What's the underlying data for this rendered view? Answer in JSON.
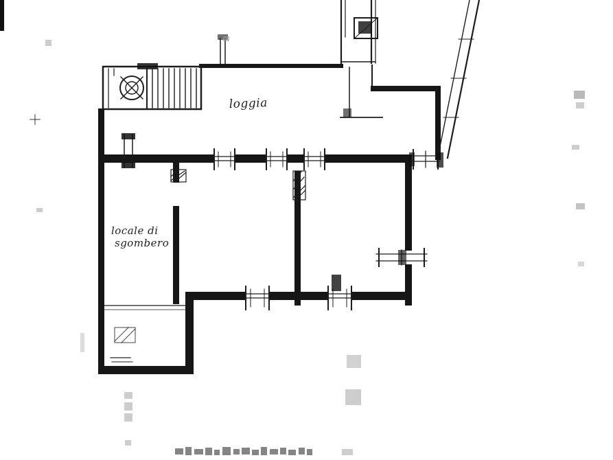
{
  "drawing": {
    "type": "scanned-architectural-floor-plan",
    "labels": {
      "loggia": "loggia",
      "storage_room_line1": "locale di",
      "storage_room_line2": "sgombero"
    },
    "colors": {
      "ink": "#1c1c1c",
      "paper": "#ffffff",
      "noise": "#9b9b9b"
    }
  }
}
